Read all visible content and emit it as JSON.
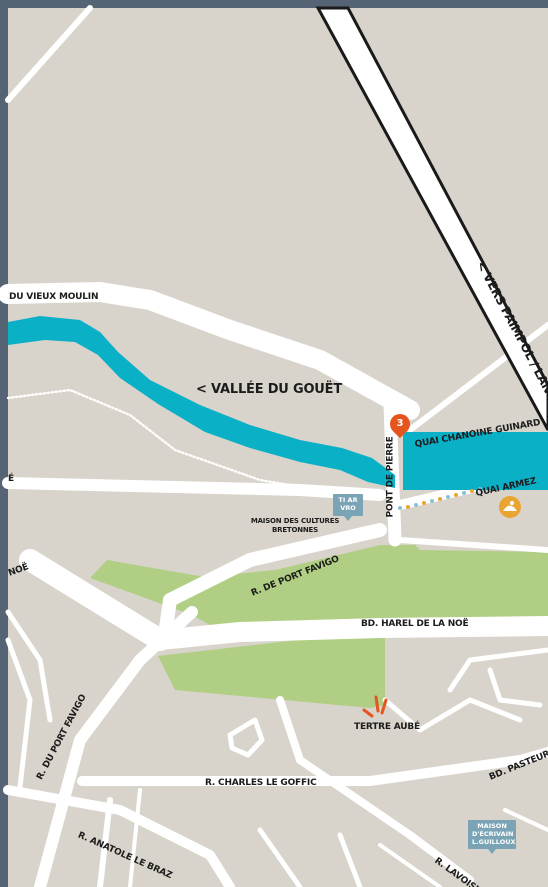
{
  "map": {
    "labels": {
      "vallee": "< VALLÉE DU GOUËT",
      "vieux_moulin": "DU VIEUX MOULIN",
      "vers_paimpol": "< VERS PAIMPOL / LANN",
      "quai_guinard": "QUAI CHANOINE GUINARD",
      "quai_armez": "QUAI ARMEZ",
      "pont_pierre": "PONT DE PIERRE",
      "port_favigo": "R. DE PORT FAVIGO",
      "harel": "BD. HAREL DE LA NOË",
      "du_port_favigo": "R. DU PORT FAVIGO",
      "charles": "R. CHARLES LE GOFFIC",
      "anatole": "R. ANATOLE LE BRAZ",
      "lavoisier": "R. LAVOISIER",
      "pasteur": "BD. PASTEUR",
      "noe_left": "NOË",
      "e_left": "É",
      "tertre": "TERTRE AUBÉ",
      "maison_cultures": "MAISON DES CULTURES BRETONNES"
    },
    "pins": {
      "ti_ar_vro": "TI AR VRO",
      "maison_ecrivain": "MAISON D'ÉCRIVAIN L.GUILLOUX"
    },
    "marker_number": "3",
    "colors": {
      "land": "#d8d4cb",
      "road": "#ffffff",
      "river": "#0ab0c6",
      "park": "#b1cf84",
      "frame": "#556474",
      "marker": "#e4561e",
      "pin": "#7aa4b5",
      "path_dot": "#89c0da",
      "path_dot_alt": "#e9a531",
      "icon": "#e9a531"
    }
  }
}
